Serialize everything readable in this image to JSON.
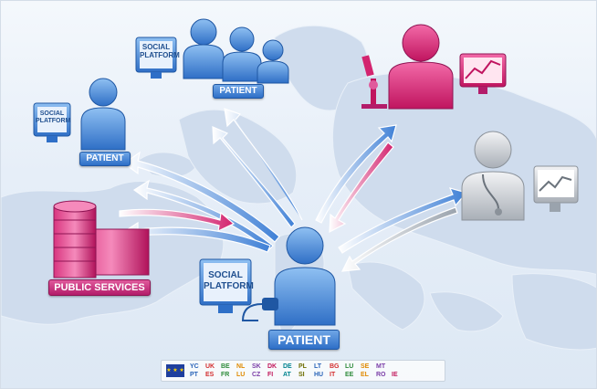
{
  "labels": {
    "patient_top": "PATIENT",
    "patient_left": "PATIENT",
    "patient_center": "PATIENT",
    "public_services": "PUBLIC SERVICES"
  },
  "social_platform": {
    "top": {
      "line1": "SOCIAL",
      "line2": "PLATFORM"
    },
    "left": {
      "line1": "SOCIAL",
      "line2": "PLATFORM"
    },
    "center": {
      "line1": "SOCIAL",
      "line2": "PLATFORM"
    }
  },
  "countries": {
    "row1": [
      "YC",
      "UK",
      "BE",
      "NL",
      "SK",
      "DK",
      "DE",
      "PL",
      "LT",
      "BG",
      "LU",
      "SE",
      "MT"
    ],
    "row2": [
      "PT",
      "ES",
      "FR",
      "LU",
      "CZ",
      "FI",
      "AT",
      "SI",
      "HU",
      "IT",
      "EE",
      "EL",
      "RO",
      "IE"
    ]
  },
  "colors": {
    "blue": "#3f80d6",
    "pink": "#d3246f",
    "grey": "#c4c8cd",
    "code_colors": [
      "#2a64b8",
      "#d32f2f",
      "#2e8b3a",
      "#e08a00",
      "#7b3fa8",
      "#c2185b",
      "#00838f",
      "#6d6d00"
    ]
  },
  "icons": [
    "person-icon",
    "group-icon",
    "microscope-icon",
    "chart-monitor-icon",
    "doctor-icon",
    "hospital-building-icon",
    "monitor-icon",
    "eu-flag-icon"
  ]
}
